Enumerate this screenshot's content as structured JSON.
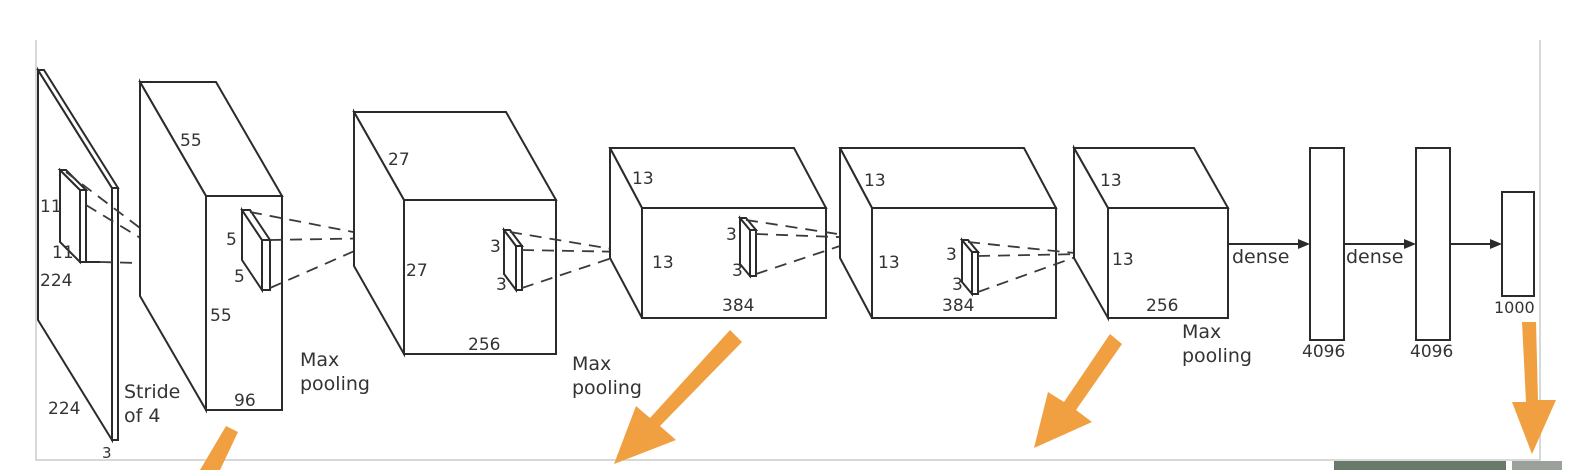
{
  "diagram": {
    "input": {
      "kernel_h": "11",
      "kernel_w": "11",
      "height": "224",
      "width": "224",
      "depth": "3",
      "stride_line1": "Stride",
      "stride_line2": "of 4"
    },
    "conv1": {
      "top": "55",
      "side": "55",
      "depth": "96",
      "kernel_a": "5",
      "kernel_b": "5"
    },
    "pool1": {
      "line1": "Max",
      "line2": "pooling"
    },
    "conv2": {
      "top": "27",
      "side": "27",
      "depth": "256",
      "kernel_a": "3",
      "kernel_b": "3"
    },
    "pool2": {
      "line1": "Max",
      "line2": "pooling"
    },
    "conv3": {
      "top": "13",
      "side": "13",
      "depth": "384",
      "kernel_a": "3",
      "kernel_b": "3"
    },
    "conv4": {
      "top": "13",
      "side": "13",
      "depth": "384",
      "kernel_a": "3",
      "kernel_b": "3"
    },
    "conv5": {
      "top": "13",
      "side": "13",
      "depth": "256"
    },
    "pool3": {
      "line1": "Max",
      "line2": "pooling"
    },
    "dense1": {
      "label": "dense",
      "size": "4096"
    },
    "dense2": {
      "label": "dense",
      "size": "4096"
    },
    "output": {
      "size": "1000"
    },
    "accent_color": "#f0a040",
    "line_color": "#2b2b2b"
  }
}
